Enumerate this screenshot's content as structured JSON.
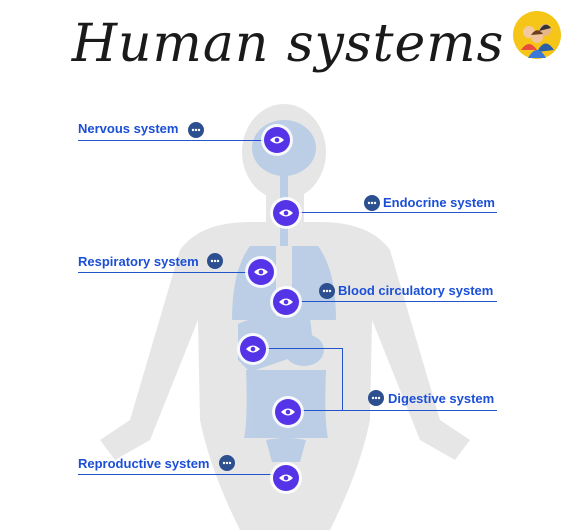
{
  "title": "Human systems",
  "systems": [
    {
      "id": "nervous",
      "label": "Nervous system"
    },
    {
      "id": "endocrine",
      "label": "Endocrine system"
    },
    {
      "id": "respiratory",
      "label": "Respiratory system"
    },
    {
      "id": "circulatory",
      "label": "Blood circulatory system"
    },
    {
      "id": "digestive",
      "label": "Digestive system"
    },
    {
      "id": "reproductive",
      "label": "Reproductive system"
    }
  ],
  "colors": {
    "label": "#1b4fd6",
    "line": "#2255cc",
    "marker": "#5533e6",
    "more_button": "#2c4f8f",
    "silhouette": "#e6e6e6",
    "organs": "#b9cde6"
  },
  "icons": {
    "marker": "eye-icon",
    "more": "ellipsis-icon",
    "avatar": "people-group-icon"
  }
}
